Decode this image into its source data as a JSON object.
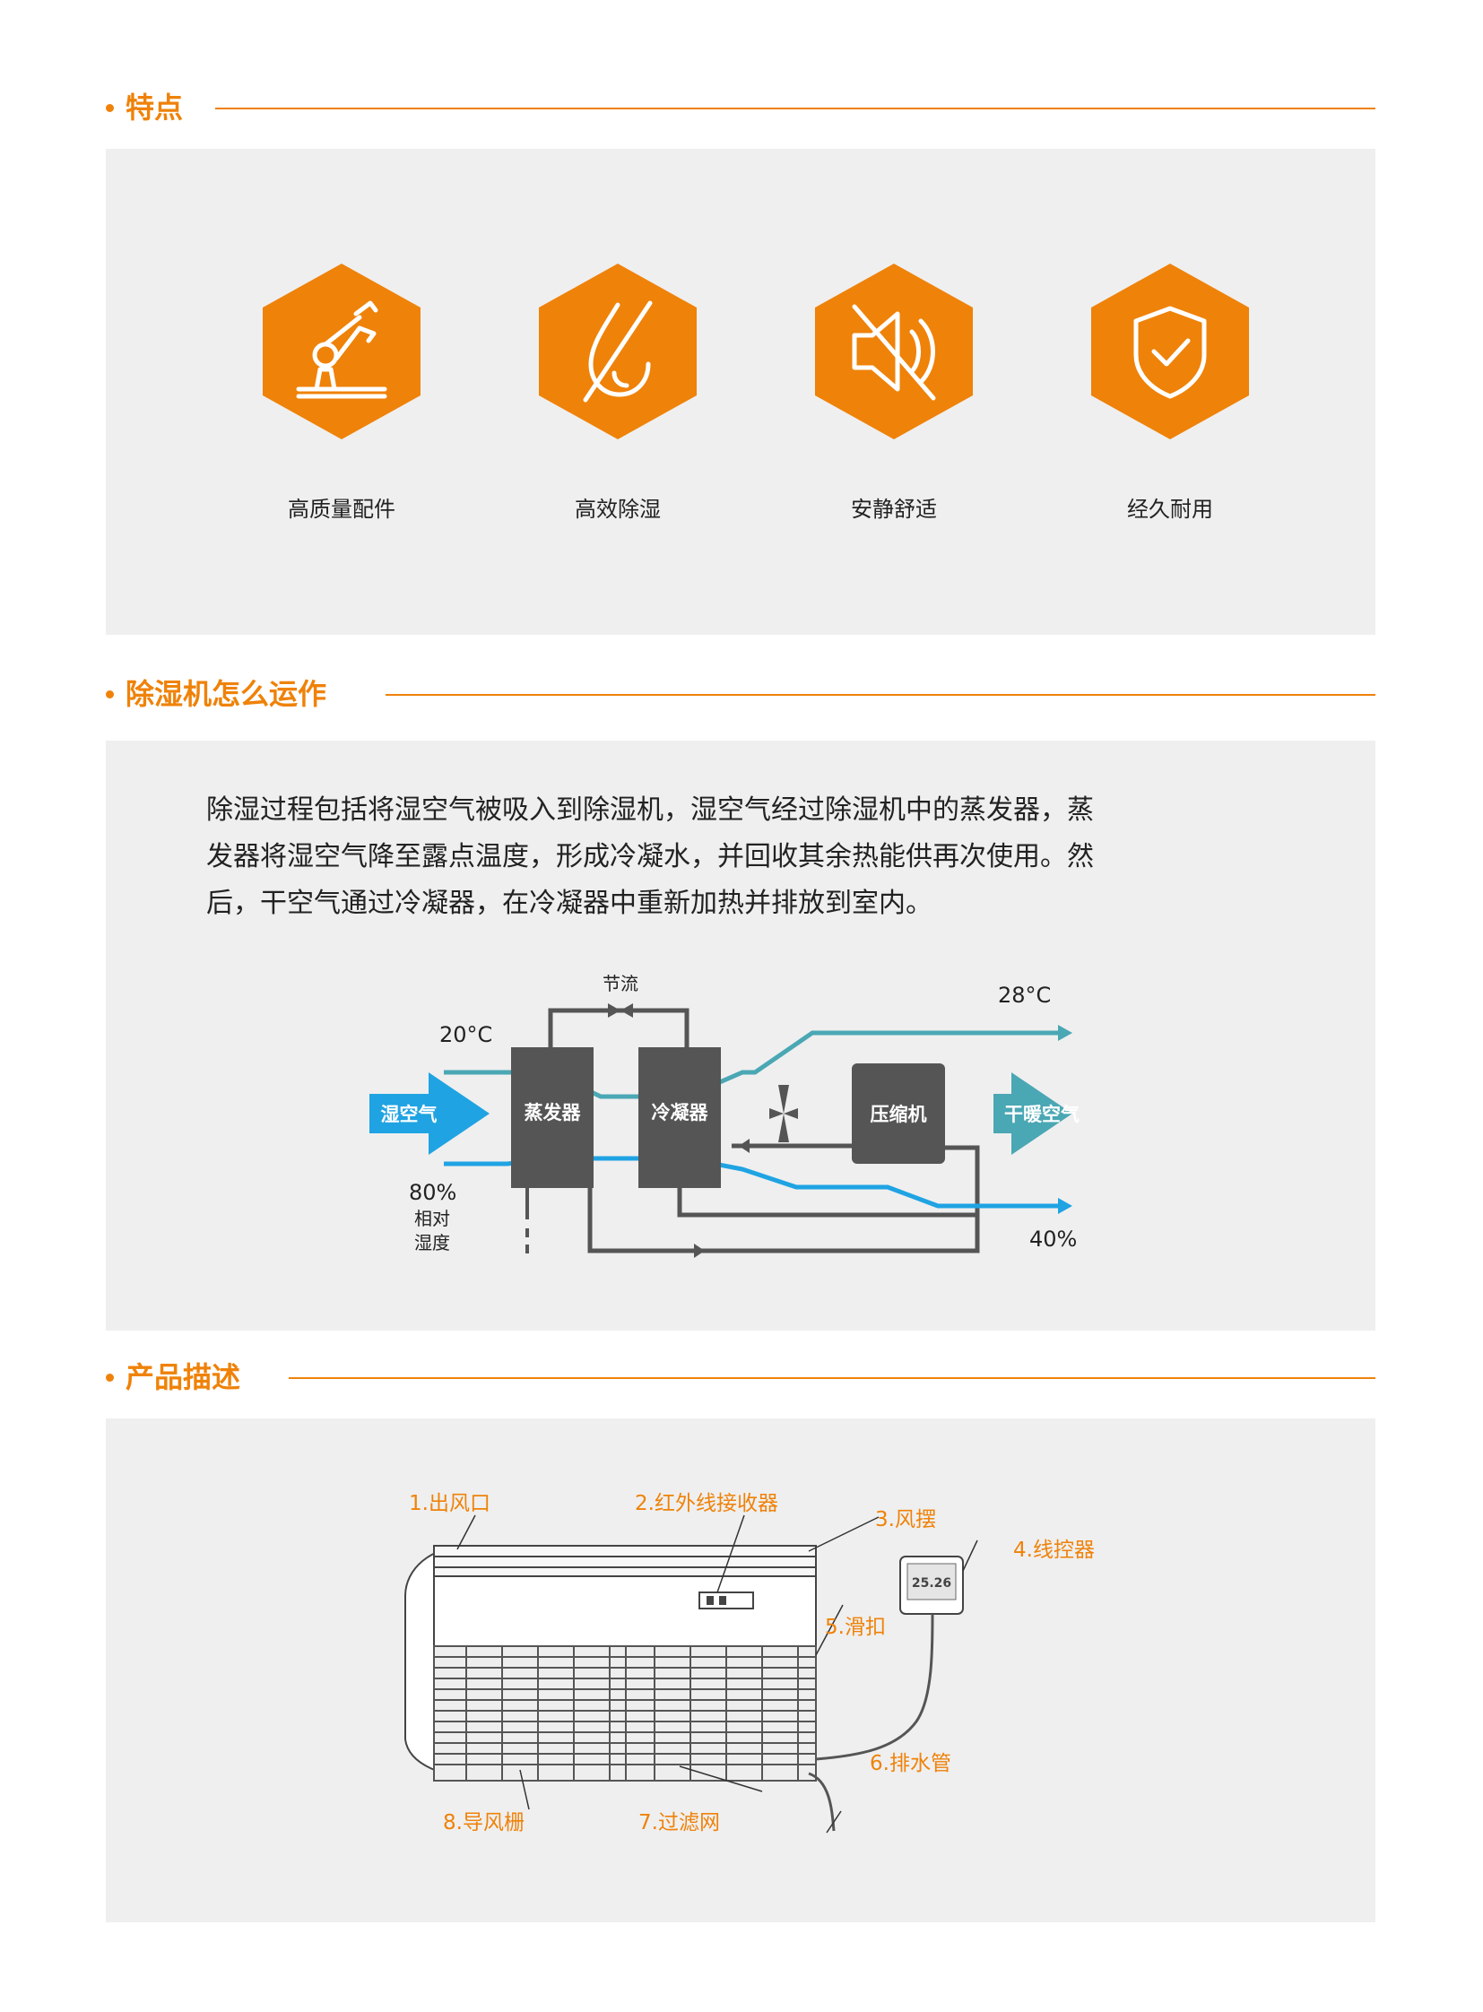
{
  "sections": {
    "features": {
      "title": "特点"
    },
    "howitworks": {
      "title": "除湿机怎么运作"
    },
    "product": {
      "title": "产品描述"
    }
  },
  "features": [
    {
      "label": "高质量配件",
      "icon": "robot-arm-icon"
    },
    {
      "label": "高效除湿",
      "icon": "water-drop-slash-icon"
    },
    {
      "label": "安静舒适",
      "icon": "speaker-mute-icon"
    },
    {
      "label": "经久耐用",
      "icon": "shield-check-icon"
    }
  ],
  "colors": {
    "accent": "#ef8209",
    "panel": "#efefef",
    "teal": "#4aa7b4",
    "blue": "#1fa3e3",
    "dark": "#555555"
  },
  "description": {
    "lines": [
      "除湿过程包括将湿空气被吸入到除湿机，湿空气经过除湿机中的蒸发器，蒸",
      "发器将湿空气降至露点温度，形成冷凝水，并回收其余热能供再次使用。然",
      "后，干空气通过冷凝器，在冷凝器中重新加热并排放到室内。"
    ]
  },
  "diagram": {
    "throttle": "节流",
    "temp_in": "20°C",
    "temp_out": "28°C",
    "humidity_in": "80%",
    "humidity_in_label_1": "相对",
    "humidity_in_label_2": "湿度",
    "humidity_out": "40%",
    "wet_air": "湿空气",
    "evaporator": "蒸发器",
    "condenser": "冷凝器",
    "compressor": "压缩机",
    "dry_warm_air": "干暖空气"
  },
  "product": {
    "parts": [
      "1.出风口",
      "2.红外线接收器",
      "3.风摆",
      "4.线控器",
      "5.滑扣",
      "6.排水管",
      "7.过滤网",
      "8.导风栅"
    ],
    "controller_screen": "25.26"
  }
}
